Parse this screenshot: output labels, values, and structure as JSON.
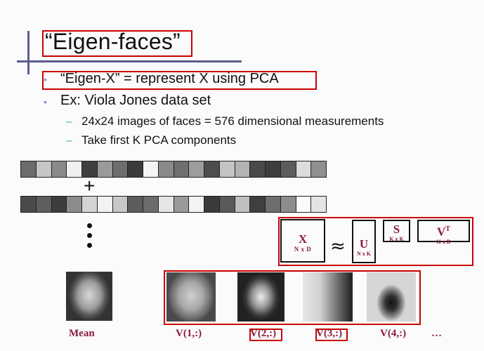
{
  "slide": {
    "title": "“Eigen-faces”",
    "bullets": [
      {
        "text": "“Eigen-X” = represent X using PCA"
      },
      {
        "text": "Ex: Viola Jones data set"
      }
    ],
    "sub_bullets": [
      {
        "text": "24x24 images of faces  = 576 dimensional measurements"
      },
      {
        "text": "Take first K PCA components"
      }
    ],
    "bullet_glyph": "•",
    "dash_glyph": "–",
    "plus_symbol": "+",
    "strip_row_1": [
      "#6b6b6b",
      "#c6c6c6",
      "#8a8a8a",
      "#f0f0f0",
      "#3f3f3f",
      "#9a9a9a",
      "#6e6e6e",
      "#3a3a3a",
      "#f4f4f4",
      "#8a8a8a",
      "#6f6f6f",
      "#9d9d9d",
      "#4d4d4d",
      "#c4c4c4",
      "#b3b3b3",
      "#4a4a4a",
      "#3e3e3e",
      "#5c5c5c",
      "#dcdcdc",
      "#8f8f8f"
    ],
    "strip_row_2": [
      "#4a4a4a",
      "#5e5e5e",
      "#3d3d3d",
      "#8c8c8c",
      "#d4d4d4",
      "#f2f2f2",
      "#c8c8c8",
      "#5c5c5c",
      "#6c6c6c",
      "#e6e6e6",
      "#9a9a9a",
      "#f3f3f3",
      "#3a3a3a",
      "#5a5a5a",
      "#c0c0c0",
      "#3f3f3f",
      "#6e6e6e",
      "#8d8d8d",
      "#fafafa",
      "#e4e4e4"
    ],
    "equation": {
      "x_label": "X",
      "x_dims": "N x D",
      "approx_symbol": "≈",
      "u_label": "U",
      "u_dims": "N x K",
      "s_label": "S",
      "s_dims": "K x K",
      "v_label": "V",
      "v_sup": "T",
      "v_dims": "K x D"
    },
    "faces": {
      "mean_caption": "Mean",
      "captions": [
        "V(1,:)",
        "V(2,:)",
        "V(3,:)",
        "V(4,:)"
      ],
      "ellipsis": "…"
    },
    "colors": {
      "accent_line": "#5c5c8f",
      "highlight": "#cc0000",
      "caption": "#8b1a3a",
      "sub_dash": "#4ab3b3"
    }
  }
}
